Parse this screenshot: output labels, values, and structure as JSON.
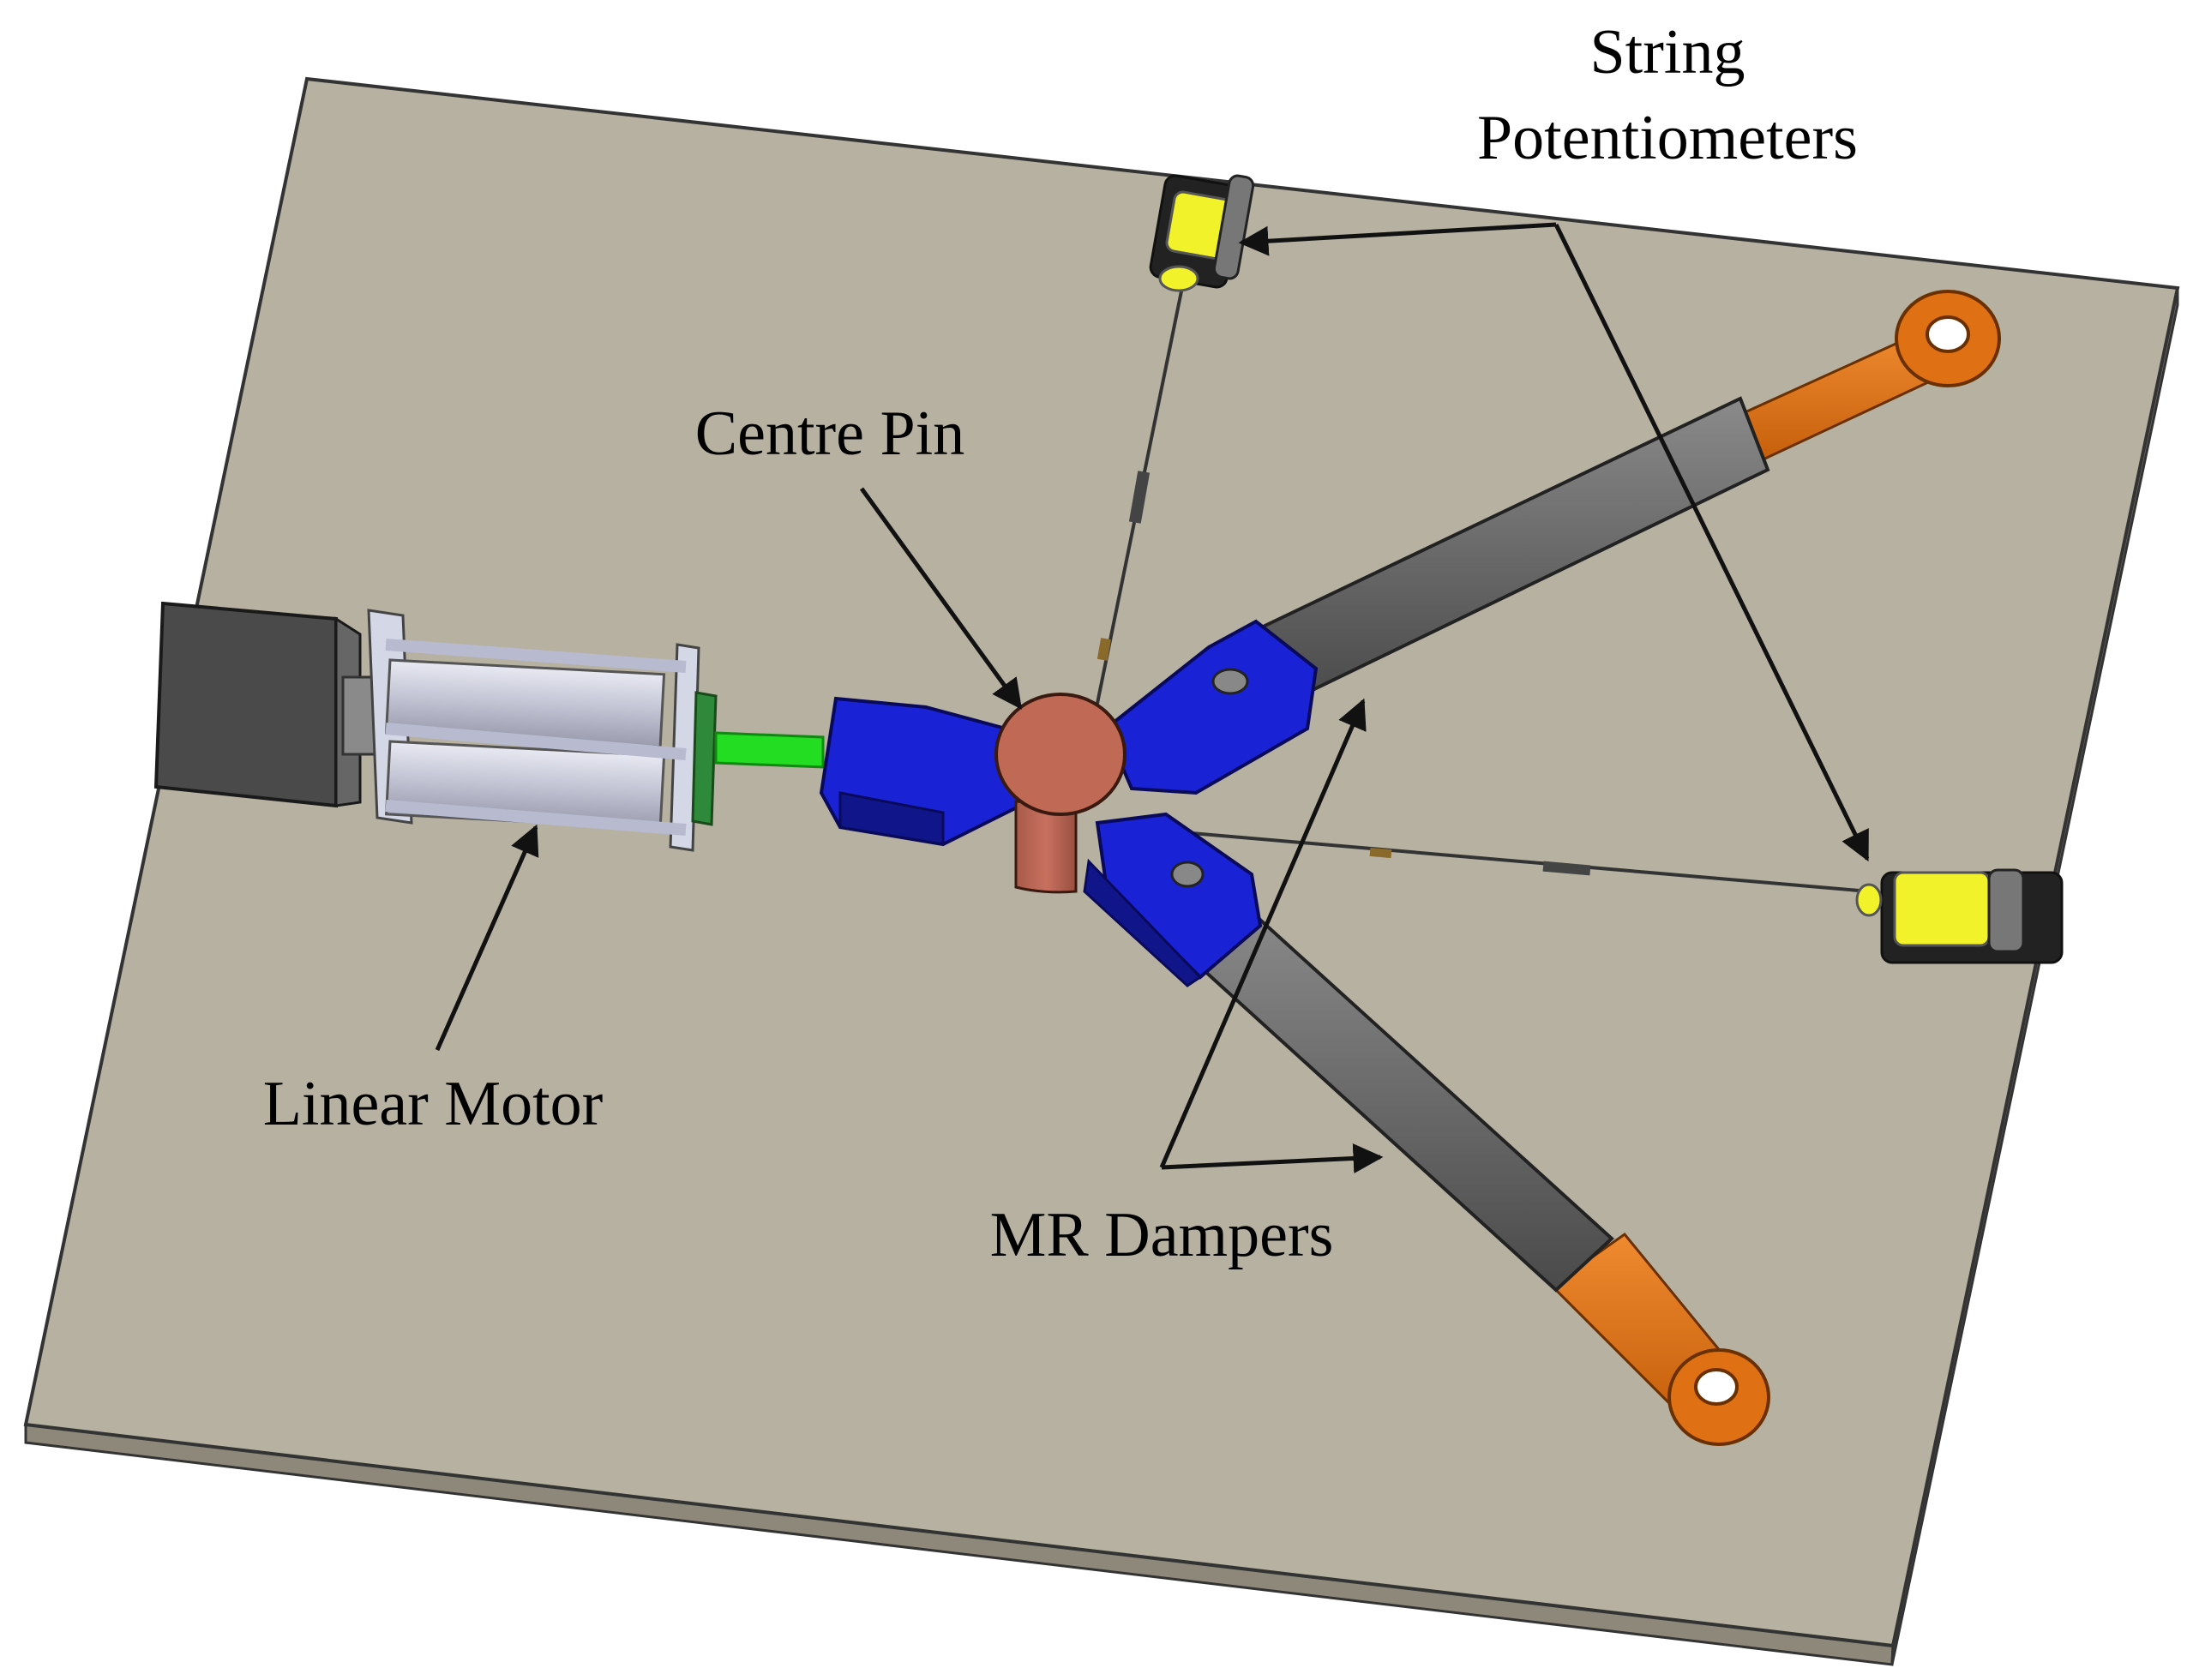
{
  "labels": {
    "string_potentiometers_line1": "String",
    "string_potentiometers_line2": "Potentiometers",
    "centre_pin": "Centre Pin",
    "linear_motor": "Linear Motor",
    "mr_dampers": "MR Dampers"
  },
  "colors": {
    "plate_top": "#b7b1a2",
    "plate_edge": "#8e887b",
    "motor_body": "#585858",
    "motor_cylinder": "#c9cbd9",
    "motor_frame": "#d4d7e6",
    "rod": "#22dd22",
    "clevis": "#1a22d6",
    "centre_pin": "#c06a55",
    "damper_body": "#6a6a6a",
    "damper_end": "#e07014",
    "potentiometer": "#f2f22a",
    "arrow": "#111111"
  }
}
